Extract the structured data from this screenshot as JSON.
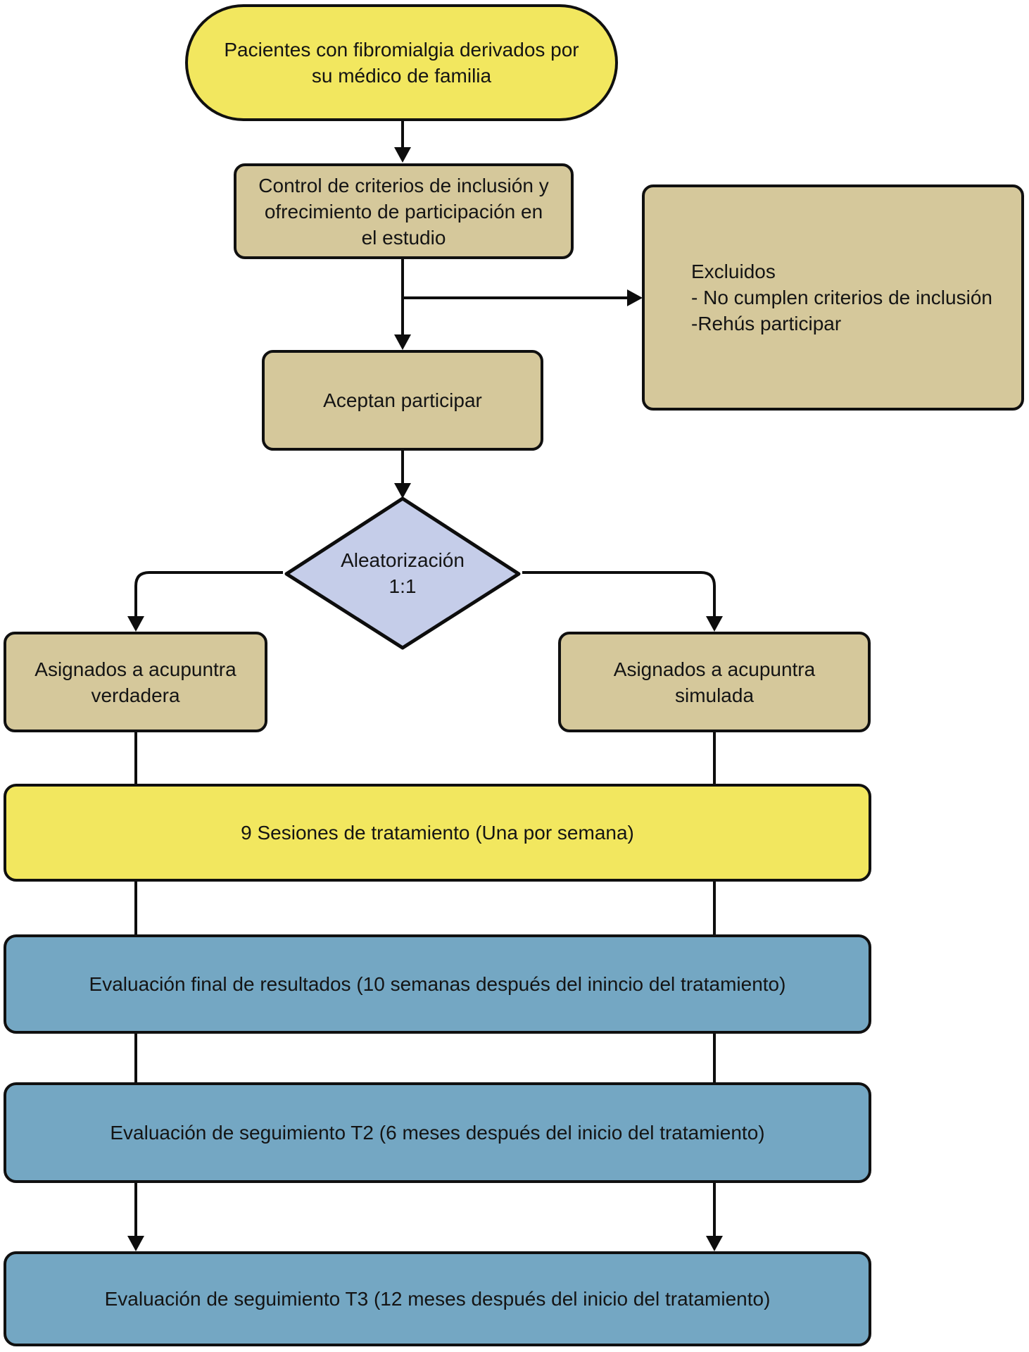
{
  "colors": {
    "yellow": "#F2E75F",
    "tan": "#D5C89B",
    "lavender": "#C5CDE9",
    "blue": "#74A7C3",
    "stroke": "#0D0D0D"
  },
  "nodes": {
    "patients": {
      "line1": "Pacientes con fibromialgia derivados por",
      "line2": "su médico de familia"
    },
    "screening": {
      "line1": "Control de criterios de inclusión y",
      "line2": "ofrecimiento de participación en",
      "line3": "el estudio"
    },
    "excluded": {
      "line1": "Excluidos",
      "line2": "- No cumplen criterios de inclusión",
      "line3": "-Rehús participar"
    },
    "accept": {
      "label": "Aceptan participar"
    },
    "randomization": {
      "line1": "Aleatorización",
      "line2": "1:1"
    },
    "true_acupuncture": {
      "line1": "Asignados a acupuntra",
      "line2": "verdadera"
    },
    "sham_acupuncture": {
      "line1": "Asignados a acupuntra",
      "line2": "simulada"
    },
    "sessions": {
      "label": "9 Sesiones de tratamiento (Una por semana)"
    },
    "final_evaluation": {
      "label": "Evaluación final de resultados (10 semanas después del inincio del tratamiento)"
    },
    "followup_t2": {
      "label": "Evaluación de seguimiento T2 (6 meses después del inicio del tratamiento)"
    },
    "followup_t3": {
      "label": "Evaluación de seguimiento T3 (12 meses después del inicio del tratamiento)"
    }
  }
}
